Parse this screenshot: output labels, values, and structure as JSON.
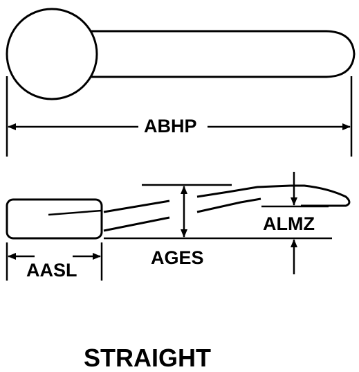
{
  "labels": {
    "overall_length": "ABHP",
    "offset_height": "AGES",
    "head_length": "AASL",
    "tip_height": "ALMZ",
    "style": "STRAIGHT"
  },
  "colors": {
    "line": "#000000",
    "background": "#ffffff"
  }
}
